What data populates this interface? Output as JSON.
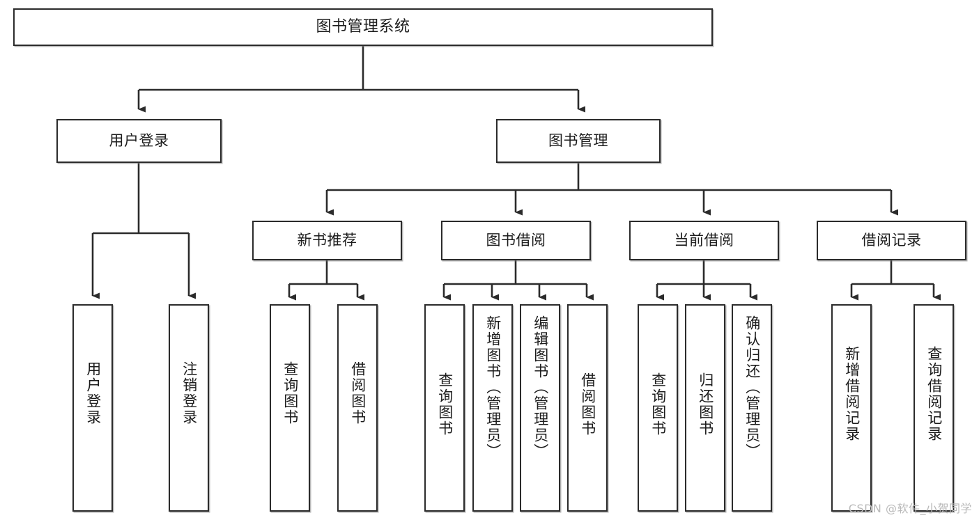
{
  "diagram": {
    "title": "图书管理系统",
    "watermark": "CSDN @软件_小贺同学",
    "line_color": "#2b2b2b",
    "box_fill": "#ffffff",
    "text_color": "#1c1c1c",
    "levels": {
      "root": "图书管理系统",
      "level1": [
        "用户登录",
        "图书管理"
      ],
      "level2": [
        "新书推荐",
        "图书借阅",
        "当前借阅",
        "借阅记录"
      ]
    },
    "nodes": {
      "root": {
        "label": "图书管理系统"
      },
      "user_login": {
        "label": "用户登录"
      },
      "book_manage": {
        "label": "图书管理"
      },
      "new_book_rec": {
        "label": "新书推荐"
      },
      "book_borrow": {
        "label": "图书借阅"
      },
      "current_borrow": {
        "label": "当前借阅"
      },
      "borrow_record": {
        "label": "借阅记录"
      },
      "leaf_user_login": {
        "label": "用户登录"
      },
      "leaf_logout": {
        "label": "注销登录"
      },
      "leaf_query_book_a": {
        "label": "查询图书"
      },
      "leaf_borrow_book_a": {
        "label": "借阅图书"
      },
      "leaf_query_book_b": {
        "label": "查询图书"
      },
      "leaf_add_book": {
        "label": "新增图书（管理员）"
      },
      "leaf_edit_book": {
        "label": "编辑图书（管理员）"
      },
      "leaf_borrow_book_b": {
        "label": "借阅图书"
      },
      "leaf_query_book_c": {
        "label": "查询图书"
      },
      "leaf_return_book": {
        "label": "归还图书"
      },
      "leaf_confirm_return": {
        "label": "确认归还（管理员）"
      },
      "leaf_add_record": {
        "label": "新增借阅记录"
      },
      "leaf_query_record": {
        "label": "查询借阅记录"
      }
    }
  }
}
